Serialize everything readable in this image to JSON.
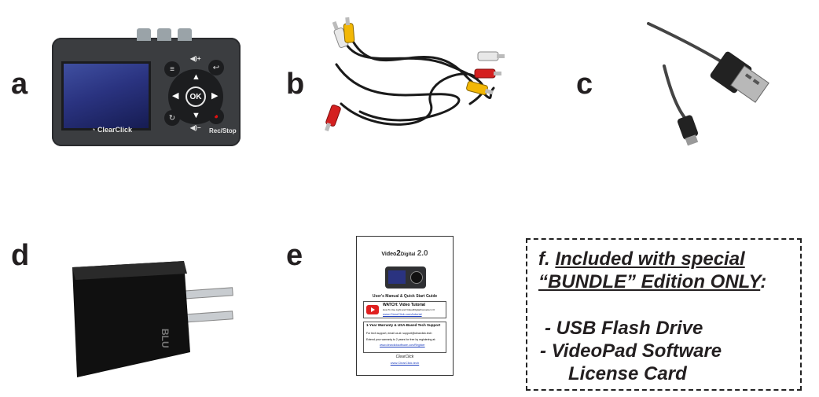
{
  "letters": {
    "a": "a",
    "b": "b",
    "c": "c",
    "d": "d",
    "e": "e"
  },
  "device": {
    "logo": "ClearClick",
    "ok_label": "OK",
    "rec_stop_label": "Rec/Stop",
    "vol_up_label": "◀)+",
    "vol_down_label": "◀)−"
  },
  "adapter": {
    "brand": "BLU"
  },
  "manual": {
    "title_prefix": "Video",
    "title_two": "2",
    "title_suffix": "Digital",
    "version": "2.0",
    "guide_title": "User's Manual & Quick Start Guide",
    "video_heading": "WATCH: Video Tutorial",
    "video_sub": "How To Use Light and Video2DigitalConverter 2.0",
    "video_link": "www.ClearClick.com/tutorial",
    "warranty_heading": "1-Year Warranty & USA-Based Tech Support",
    "support_line": "For tech support, email us at: support@clearclick.tech",
    "register_line": "Extend your warranty to 2 years for free by registering at:",
    "register_link": "www.clearclicksoftware.com/Register",
    "footer_logo": "ClearClick",
    "footer_link": "www.ClearClick.tech"
  },
  "bundle": {
    "label": "f.",
    "line1": "Included with special",
    "line2": "“BUNDLE” Edition ONLY",
    "line2_colon": ":",
    "item1": "- USB Flash Drive",
    "item2": "- VideoPad Software",
    "item3": "License Card"
  }
}
